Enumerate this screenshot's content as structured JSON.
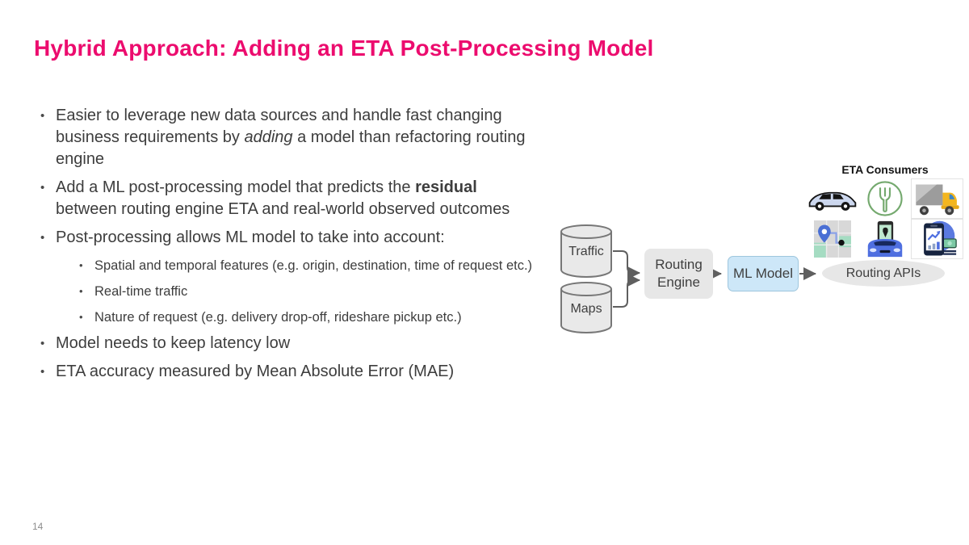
{
  "theme": {
    "accent": "#ec0c6e",
    "text": "#3d3d3d",
    "muted": "#8e8e8e",
    "node-fill": "#e7e7e7",
    "node-border": "#777777",
    "ml-fill": "#cde7f8",
    "ml-border": "#9ec6dd",
    "arrow": "#5f5f5f"
  },
  "slide": {
    "title": "Hybrid Approach: Adding an ETA Post-Processing Model",
    "page_number": "14",
    "bullets": [
      {
        "level": 1,
        "parts": [
          {
            "text": "Easier to leverage new data sources and handle fast changing business requirements by "
          },
          {
            "text": "adding",
            "style": "italic"
          },
          {
            "text": " a model than refactoring routing engine"
          }
        ]
      },
      {
        "level": 1,
        "parts": [
          {
            "text": "Add a ML post-processing model that predicts the "
          },
          {
            "text": "residual",
            "style": "bold"
          },
          {
            "text": " between routing engine ETA and real-world observed outcomes"
          }
        ]
      },
      {
        "level": 1,
        "parts": [
          {
            "text": "Post-processing allows ML model to take into account:"
          }
        ]
      },
      {
        "level": 2,
        "parts": [
          {
            "text": "Spatial and temporal features (e.g. origin, destination, time of request etc.)"
          }
        ]
      },
      {
        "level": 2,
        "parts": [
          {
            "text": "Real-time traffic"
          }
        ]
      },
      {
        "level": 2,
        "parts": [
          {
            "text": "Nature of request (e.g. delivery drop-off, rideshare pickup etc.)"
          }
        ]
      },
      {
        "level": 1,
        "parts": [
          {
            "text": "Model needs to keep latency low"
          }
        ]
      },
      {
        "level": 1,
        "parts": [
          {
            "text": "ETA accuracy measured by Mean Absolute Error (MAE)"
          }
        ]
      }
    ]
  },
  "diagram": {
    "consumers_label": "ETA Consumers",
    "consumer_icons": [
      "rideshare-car-icon",
      "food-delivery-fork-icon",
      "delivery-truck-icon",
      "map-route-pin-icon",
      "rideshare-pickup-phone-icon",
      "earnings-analytics-phone-icon"
    ],
    "nodes": {
      "traffic": "Traffic",
      "maps": "Maps",
      "routing_engine": "Routing Engine",
      "ml_model": "ML Model",
      "routing_apis": "Routing APIs"
    }
  }
}
